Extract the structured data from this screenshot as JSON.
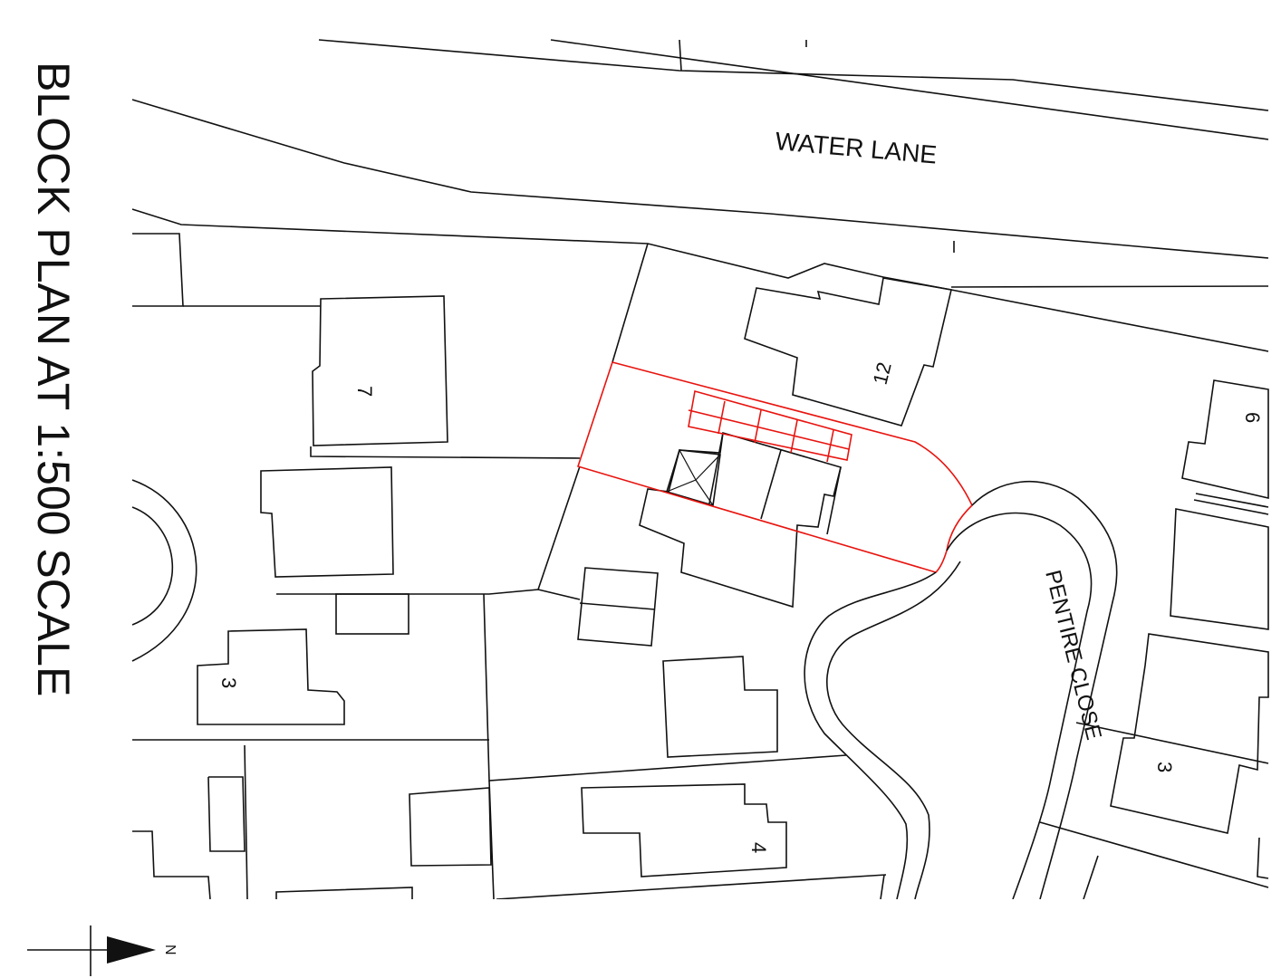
{
  "title": "BLOCK PLAN AT 1:500 SCALE",
  "roads": {
    "water_lane": "WATER LANE",
    "pentire_close": "PENTIRE CLOSE"
  },
  "house_numbers": {
    "house_12": "12",
    "house_7": "7",
    "house_6": "6",
    "house_3_west": "3",
    "house_3_east": "3",
    "house_4": "4"
  },
  "north_arrow": {
    "label": "N"
  },
  "colors": {
    "linework": "#111111",
    "site_boundary": "#e8140f",
    "background": "#ffffff"
  }
}
